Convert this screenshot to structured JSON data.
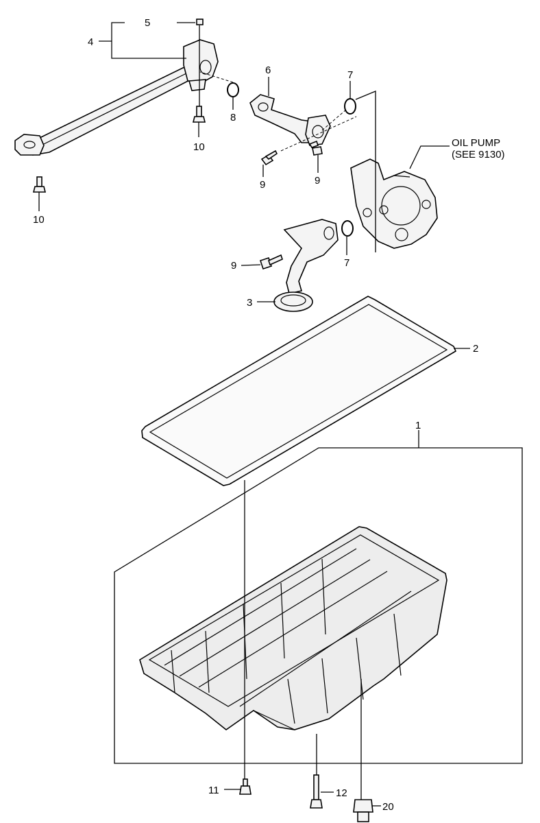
{
  "diagram": {
    "labels": {
      "p1": "1",
      "p2": "2",
      "p3": "3",
      "p4": "4",
      "p5": "5",
      "p6": "6",
      "p7a": "7",
      "p7b": "7",
      "p8": "8",
      "p9a": "9",
      "p9b": "9",
      "p9c": "9",
      "p10a": "10",
      "p10b": "10",
      "p11": "11",
      "p12": "12",
      "p20": "20"
    },
    "oil_pump_note": {
      "line1": "OIL PUMP",
      "line2": "(SEE 9130)"
    }
  }
}
